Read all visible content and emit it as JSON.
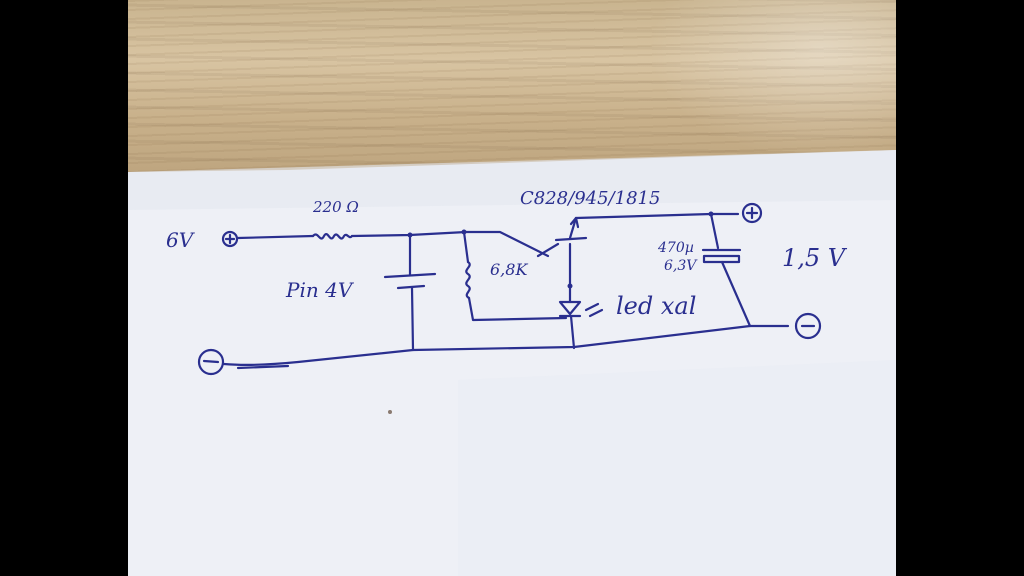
{
  "colors": {
    "ink": "#2a2f8f",
    "paper": "#eef0f6",
    "wood": "#c9b48f",
    "background": "#000000"
  },
  "schematic": {
    "input_voltage": "6V",
    "input_plus_symbol": "+",
    "input_minus_symbol": "−",
    "resistor_series": "220 Ω",
    "battery_label": "Pin 4V",
    "resistor_base": "6,8K",
    "transistor_label": "C828/945/1815",
    "led_label": "led xal",
    "capacitor_value": "470µ",
    "capacitor_voltage": "6,3V",
    "output_voltage": "1,5 V",
    "output_plus_symbol": "+",
    "output_minus_symbol": "−"
  }
}
